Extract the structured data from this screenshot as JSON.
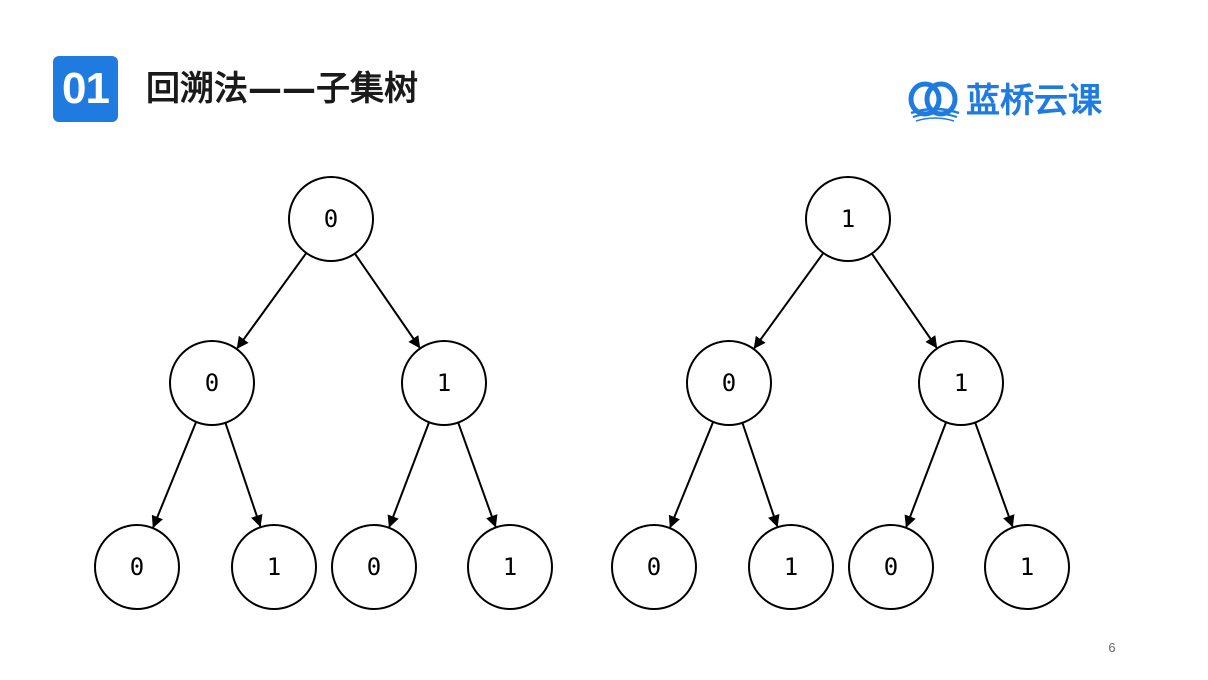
{
  "header": {
    "section_number": "01",
    "title": "回溯法——子集树"
  },
  "brand": {
    "name": "蓝桥云课",
    "logo_icon": "lanqiao-logo-icon",
    "color": "#1f7be0"
  },
  "diagram": {
    "trees": [
      {
        "id": "left",
        "root": "0",
        "level1": [
          "0",
          "1"
        ],
        "level2": [
          "0",
          "1",
          "0",
          "1"
        ]
      },
      {
        "id": "right",
        "root": "1",
        "level1": [
          "0",
          "1"
        ],
        "level2": [
          "0",
          "1",
          "0",
          "1"
        ]
      }
    ]
  },
  "footer": {
    "page_number": "6"
  }
}
